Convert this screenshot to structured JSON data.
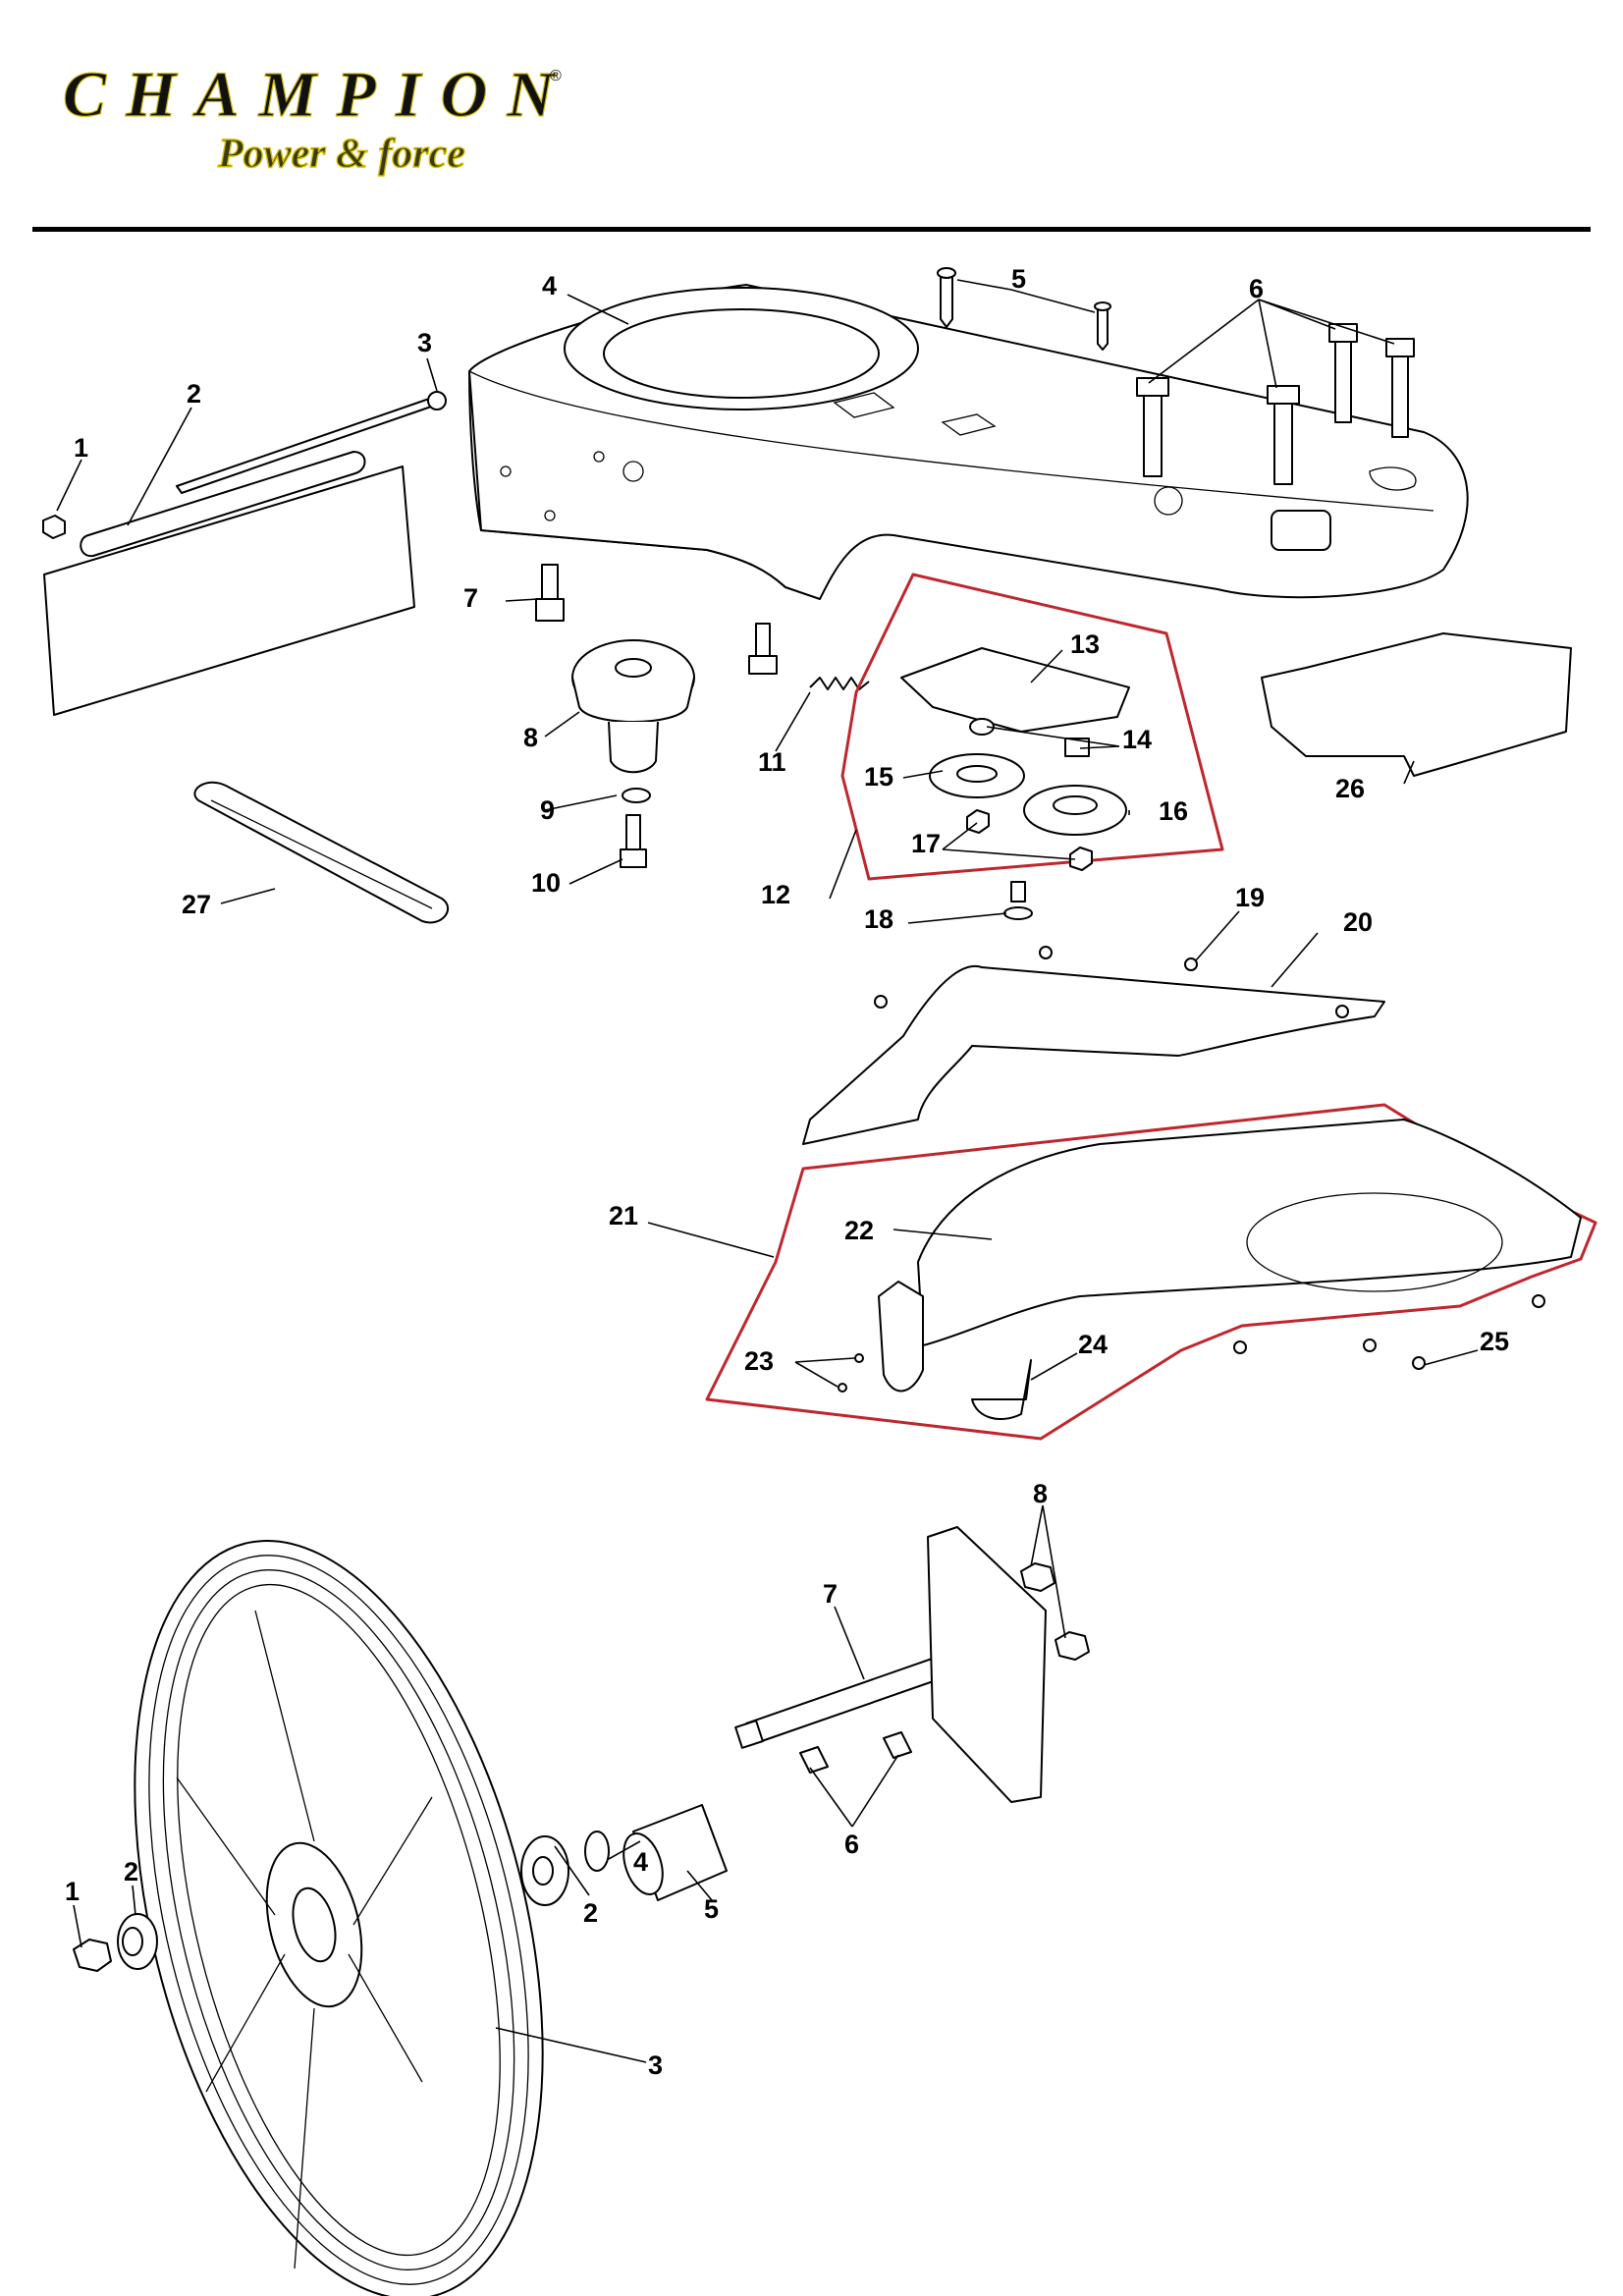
{
  "brand": {
    "name": "CHAMPION",
    "tagline": "Power & force",
    "colors": {
      "text": "#111111",
      "tagline_fill": "#3a3a16",
      "outline": "#c8b400"
    }
  },
  "upper_assembly": {
    "group_outline_color": "#c0262d",
    "callouts": [
      "1",
      "2",
      "3",
      "4",
      "5",
      "6",
      "7",
      "8",
      "9",
      "10",
      "11",
      "12",
      "13",
      "14",
      "15",
      "16",
      "17",
      "18",
      "19",
      "20",
      "21",
      "22",
      "23",
      "24",
      "25",
      "26",
      "27"
    ]
  },
  "wheel_assembly": {
    "callouts": [
      "1",
      "2",
      "2",
      "3",
      "4",
      "5",
      "6",
      "7",
      "8"
    ]
  }
}
